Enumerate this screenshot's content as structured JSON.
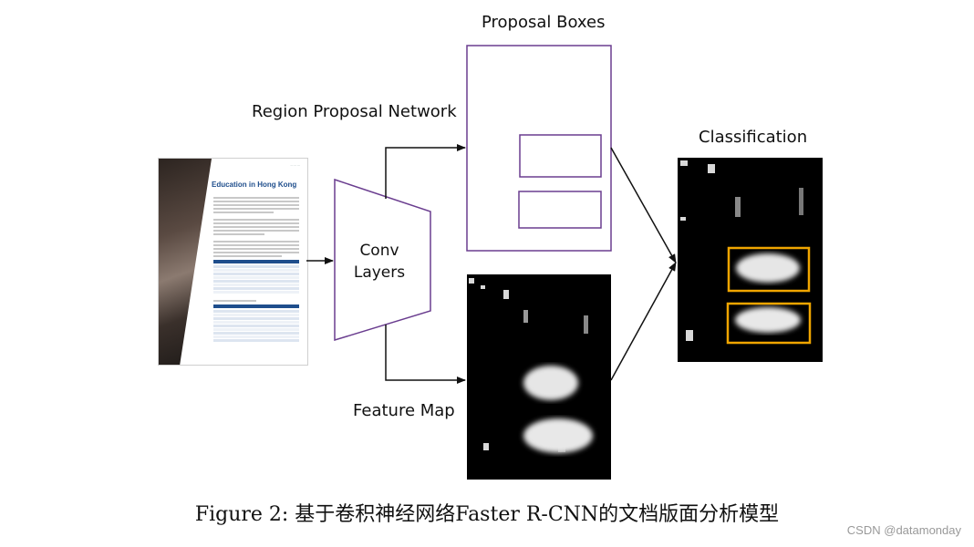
{
  "labels": {
    "proposal_boxes": "Proposal Boxes",
    "region_proposal_network": "Region Proposal Network",
    "conv_line1": "Conv",
    "conv_line2": "Layers",
    "feature_map": "Feature Map",
    "classification": "Classification"
  },
  "document_thumbnail": {
    "title": "Education in Hong Kong"
  },
  "caption": "Figure 2: 基于卷积神经网络Faster R-CNN的文档版面分析模型",
  "watermark": "CSDN @datamonday",
  "colors": {
    "conv_outline": "#6a3d8f",
    "proposal_outline": "#6a3d8f",
    "detection_outline": "#f0a500",
    "arrow": "#111111",
    "map_background": "#000000"
  },
  "icons": [
    "document-thumbnail-icon"
  ]
}
